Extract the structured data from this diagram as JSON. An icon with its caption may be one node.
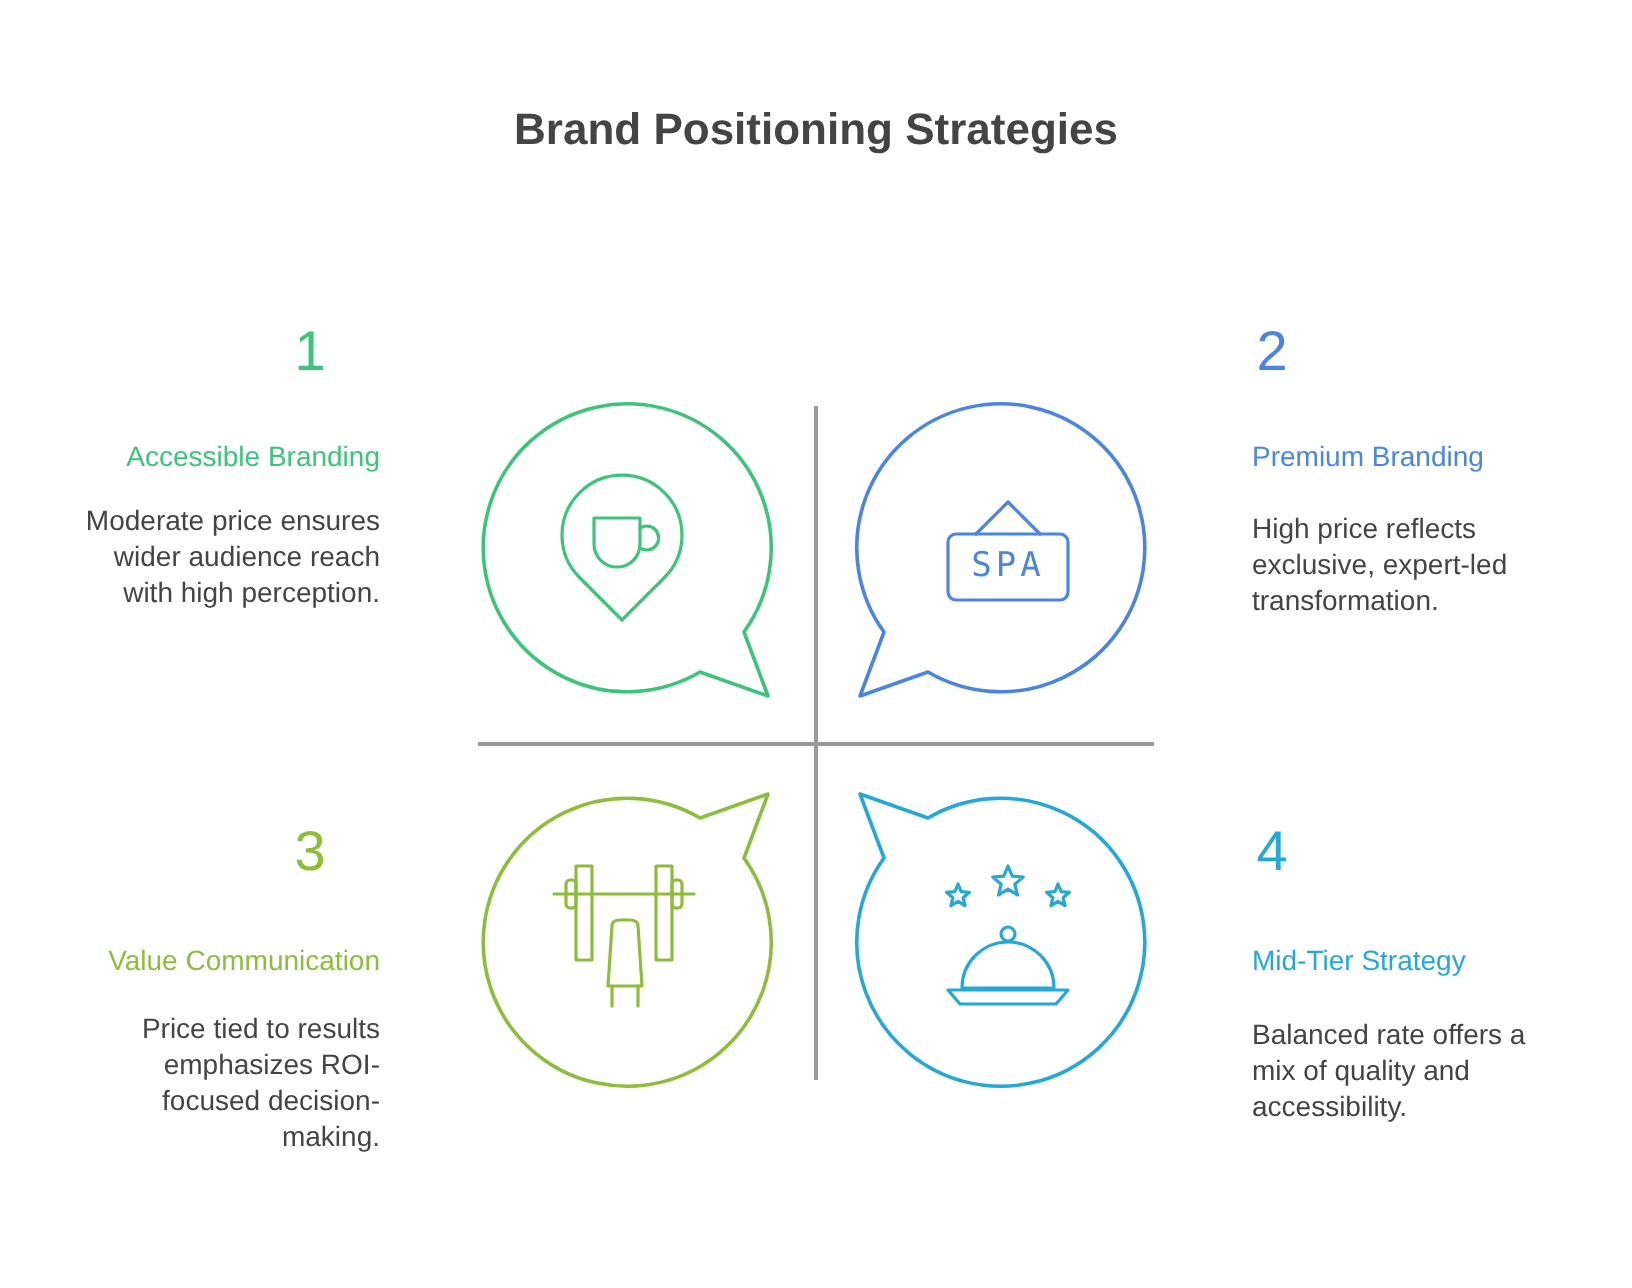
{
  "diagram": {
    "title": "Brand Positioning Strategies",
    "labels": [
      "1",
      "Accessible Branding",
      "Moderate price ensures wider audience reach with high perception.",
      "2",
      "Premium Branding",
      "High price reflects exclusive, expert-led transformation.",
      "SPA",
      "3",
      "Value Communication",
      "Price tied to results emphasizes ROI-focused decision-making.",
      "4",
      "Mid-Tier Strategy",
      "Balanced rate offers a mix of quality and accessibility."
    ]
  }
}
